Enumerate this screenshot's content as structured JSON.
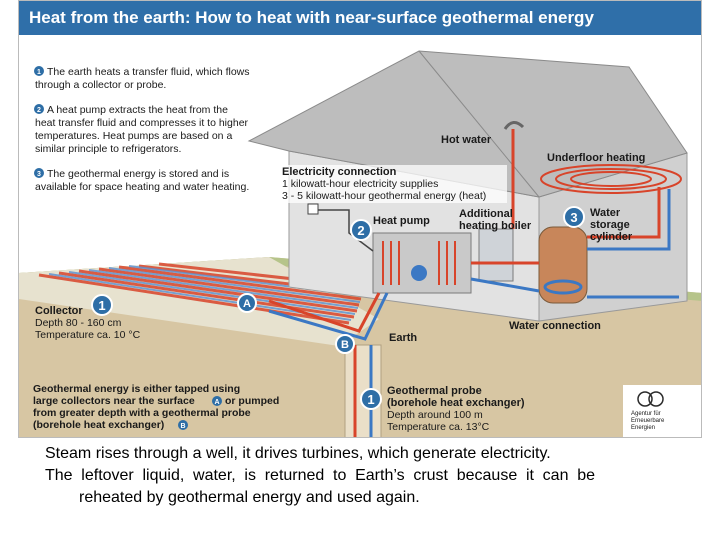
{
  "figure": {
    "title": "Heat from the earth: How to heat with near-surface geothermal energy",
    "steps": [
      {
        "marker": "1",
        "lines": [
          "The earth heats a transfer fluid, which flows",
          "through a collector or probe."
        ]
      },
      {
        "marker": "2",
        "lines": [
          "A heat pump extracts the heat from the",
          "heat transfer fluid and compresses it to higher",
          "temperatures. Heat pumps are based on a",
          "similar principle to refrigerators."
        ]
      },
      {
        "marker": "3",
        "lines": [
          "The geothermal energy is stored and is",
          "available for space heating and water heating."
        ]
      }
    ],
    "labels": {
      "hot_water": "Hot water",
      "underfloor_heating": "Underfloor heating",
      "electricity_title": "Electricity connection",
      "electricity_line1": "1 kilowatt-hour electricity supplies",
      "electricity_line2": "3 - 5 kilowatt-hour geothermal energy (heat)",
      "heat_pump": "Heat pump",
      "boiler_line1": "Additional",
      "boiler_line2": "heating boiler",
      "storage_line1": "Water",
      "storage_line2": "storage",
      "storage_line3": "cylinder",
      "water_connection": "Water connection",
      "earth": "Earth",
      "collector_title": "Collector",
      "collector_line1": "Depth 80 - 160 cm",
      "collector_line2": "Temperature ca. 10 °C",
      "probe_title": "Geothermal probe",
      "probe_line1": "(borehole heat exchanger)",
      "probe_line2": "Depth around 100 m",
      "probe_line3": "Temperature ca. 13°C",
      "bottom_line1": "Geothermal energy is either tapped using",
      "bottom_line2": "large collectors near the surface",
      "bottom_line2b": "or pumped",
      "bottom_line3": "from greater depth with a geothermal probe",
      "bottom_line4": "(borehole heat exchanger)",
      "logo_line1": "Agentur für",
      "logo_line2": "Erneuerbare",
      "logo_line3": "Energien"
    },
    "markers": {
      "one": "1",
      "two": "2",
      "three": "3",
      "a": "A",
      "b": "B"
    },
    "colors": {
      "title_bar": "#2f6fa9",
      "marker": "#2e6ea6",
      "warm_pipe": "#d8442a",
      "cold_pipe": "#3b78c4",
      "house_wall": "#dcdcdc",
      "roof": "#b9b9b9",
      "soil": "#c9b28c",
      "grass": "#b6c48a"
    }
  },
  "caption": {
    "para1": "Steam rises through a well, it drives turbines, which generate electricity.",
    "para2": "The leftover liquid, water, is returned to Earth’s crust because it can be reheated by geothermal energy and used again."
  }
}
